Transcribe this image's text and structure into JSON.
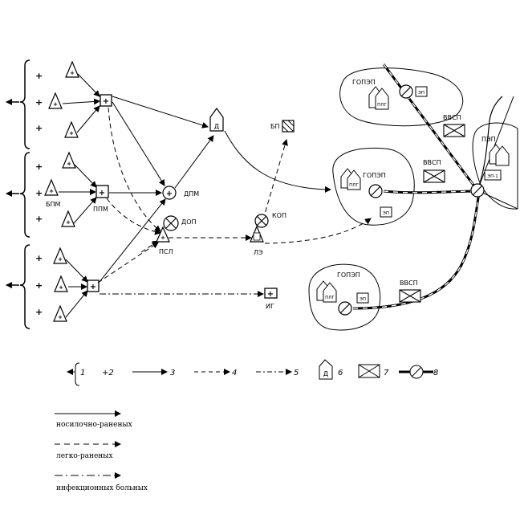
{
  "labels": {
    "bpm": "БПМ",
    "ppm": "ППМ",
    "dpm": "ДПМ",
    "dop": "ДОП",
    "psl": "ПСЛ",
    "le": "ЛЭ",
    "kop": "КОП",
    "bp": "БП",
    "ig": "ИГ",
    "gopep_top": "ГОПЭП",
    "gopep_mid": "ГОПЭП",
    "gopep_bot": "ГОПЭП",
    "pep": "ПЭП",
    "vvsp_top": "ВВСП",
    "vvsp_mid": "ВВСП",
    "vvsp_bot": "ВВСП",
    "plus": "+",
    "d_letter": "Д",
    "plg": "ПЛГ",
    "ep": "ЭП",
    "ep1": "ЭП-1"
  },
  "legend": {
    "n1": "1",
    "n2": "+2",
    "n3": "3",
    "n4": "4",
    "n5": "5",
    "n6": "6",
    "n7": "7",
    "n8": "8"
  },
  "captions": {
    "stretcher": "носилочно-раненых",
    "light": "легко-раненых",
    "infectious": "инфекционных больных"
  }
}
